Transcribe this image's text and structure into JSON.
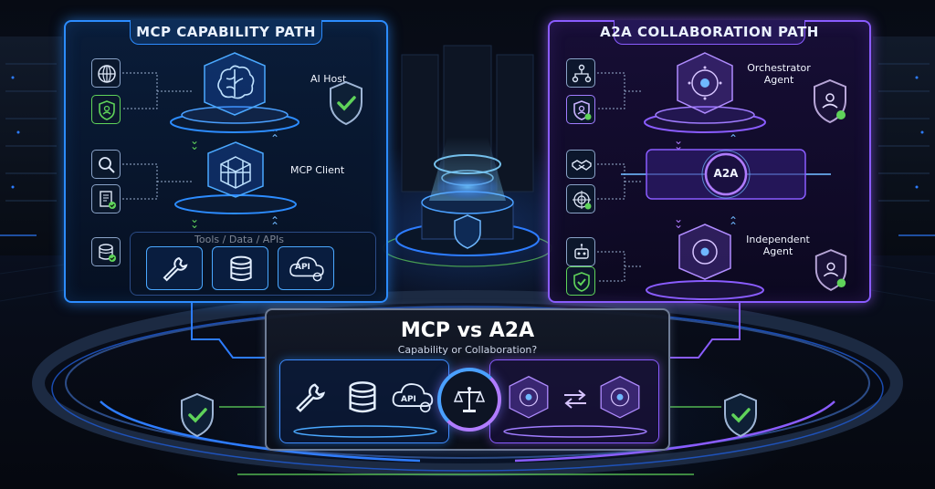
{
  "mcp": {
    "title": "MCP CAPABILITY PATH",
    "nodes": {
      "host": "AI Host",
      "client": "MCP Client",
      "tools": "Tools / Data / APIs"
    },
    "api_badge": "API",
    "icons": [
      "globe-icon",
      "user-shield-icon",
      "search-icon",
      "document-check-icon",
      "database-check-icon",
      "wrench-icon",
      "database-icon",
      "cloud-api-icon",
      "brain-icon",
      "cube-network-icon",
      "shield-check-icon"
    ]
  },
  "a2a": {
    "title": "A2A COLLABORATION PATH",
    "nodes": {
      "orchestrator": "Orchestrator\nAgent",
      "hub": "A2A",
      "independent": "Independent\nAgent"
    },
    "icons": [
      "network-icon",
      "user-shield-icon",
      "handshake-icon",
      "target-icon",
      "robot-icon",
      "shield-check-icon"
    ]
  },
  "center": {
    "title": "MCP vs A2A",
    "subtitle": "Capability or Collaboration?",
    "api_badge": "API",
    "icons": [
      "wrench-icon",
      "database-icon",
      "cloud-api-icon",
      "scale-icon",
      "agent-node-icon",
      "exchange-arrows-icon"
    ]
  },
  "colors": {
    "mcp_accent": "#2c8cff",
    "a2a_accent": "#8a5cff",
    "check_green": "#5fd35a",
    "neutral_border": "#6f7d96"
  }
}
